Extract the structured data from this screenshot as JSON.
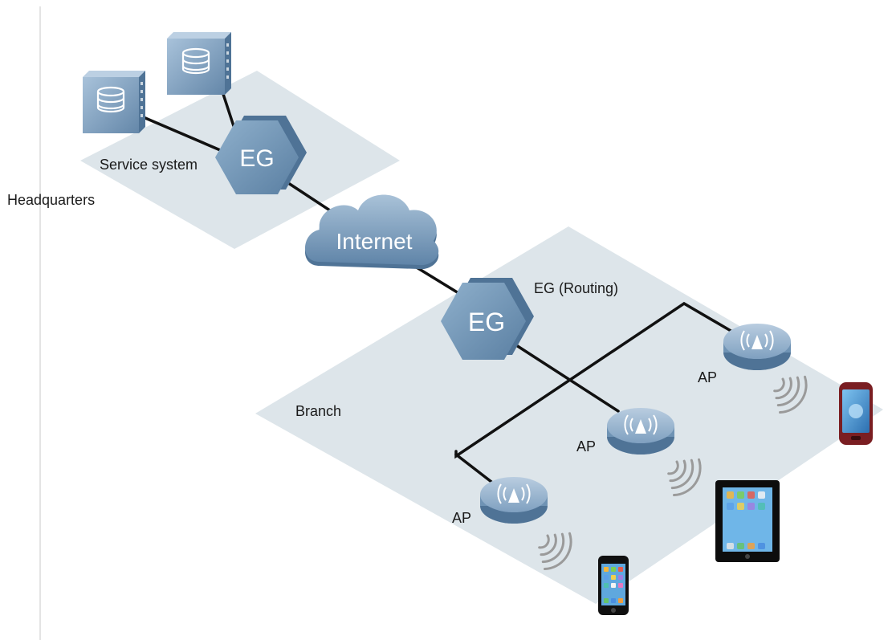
{
  "labels": {
    "headquarters": "Headquarters",
    "service_system": "Service system",
    "branch": "Branch",
    "eg_routing": "EG (Routing)",
    "ap_left": "AP",
    "ap_middle": "AP",
    "ap_right": "AP"
  },
  "nodes": {
    "eg_hq": "EG",
    "eg_branch": "EG",
    "internet": "Internet"
  },
  "colors": {
    "platform": "#dde5ea",
    "device_blue": "#6f93b4",
    "device_dark": "#4f7396",
    "link": "#111111",
    "divider": "#c9c9c9"
  },
  "icons": {
    "server": "database-server-icon",
    "gateway": "hexagon-gateway-icon",
    "cloud": "cloud-icon",
    "access_point": "wireless-ap-icon",
    "phone": "smartphone-icon",
    "tablet": "tablet-icon",
    "signal": "wifi-signal-icon"
  }
}
